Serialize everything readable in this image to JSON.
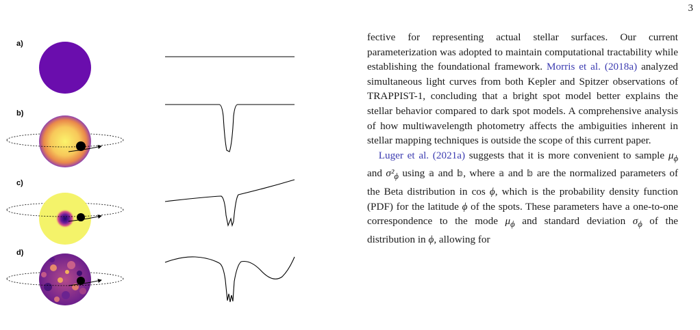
{
  "page_number": "3",
  "figure": {
    "panels": [
      {
        "label": "a)",
        "star": "uniform-star"
      },
      {
        "label": "b)",
        "star": "limb-darkened-star-with-orbiting-planet"
      },
      {
        "label": "c)",
        "star": "star-with-dark-spot-and-orbiting-planet"
      },
      {
        "label": "d)",
        "star": "spotted-star-with-orbiting-planet"
      }
    ],
    "colors": {
      "uniform_star": "#6a0dad",
      "limb_edge": "#8c45b3",
      "limb_center": "#f9f06a",
      "spot_star": "#f4f36a",
      "curve": "#000000"
    }
  },
  "text": {
    "p1": "fective for representing actual stellar surfaces. Our current parameterization was adopted to maintain computational tractability while establishing the foundational framework.",
    "cite1_author": "Morris et al.",
    "cite1_year": "2018a",
    "p1_rest": "analyzed simultaneous light curves from both Kepler and Spitzer observations of TRAPPIST-1, concluding that a bright spot model better explains the stellar behavior compared to dark spot models. A comprehensive analysis of how multiwavelength photometry affects the ambiguities inherent in stellar mapping techniques is outside the scope of this current paper.",
    "cite2_author": "Luger et al.",
    "cite2_year": "2021a",
    "p2_a": "suggests that it is more convenient to sample",
    "p2_and": "and",
    "p2_using": "using",
    "p2_where": ", where",
    "p2_b": "are the normalized parameters of the Beta distribution in cos",
    "p2_c": ", which is the probability density function (PDF) for the latitude",
    "p2_d": "of the spots. These parameters have a one-to-one correspondence to the mode",
    "p2_e": "and standard deviation",
    "p2_f": "of the distribution in",
    "p2_g": ", allowing for",
    "sym_mu": "μ",
    "sym_phi": "ϕ",
    "sym_sigma2": "σ²",
    "sym_sigma": "σ",
    "sym_a": "𝕒",
    "sym_b": "𝕓"
  }
}
